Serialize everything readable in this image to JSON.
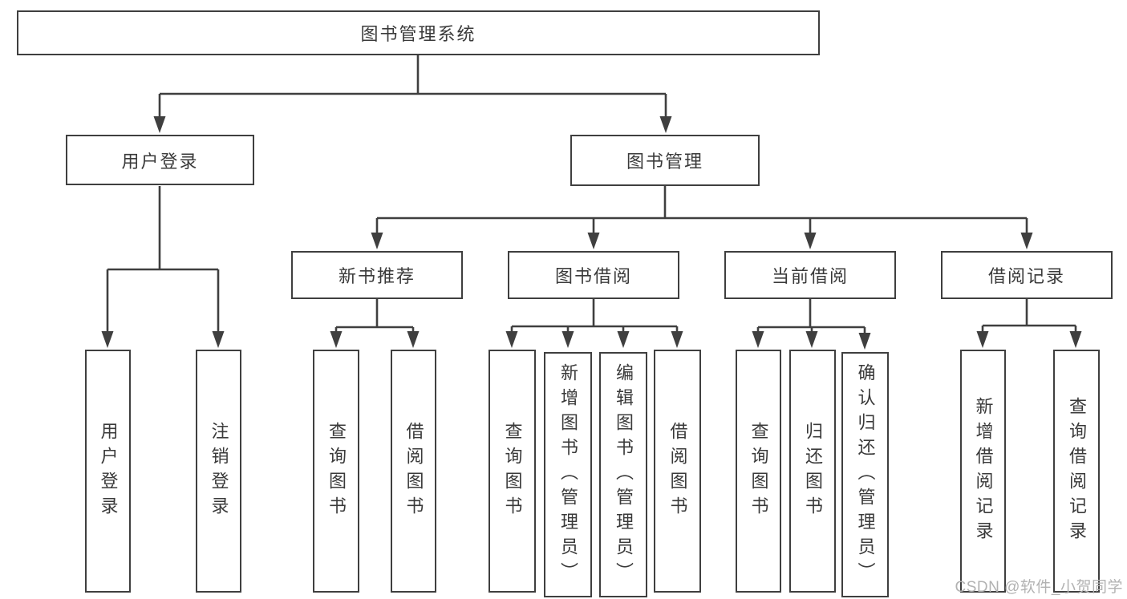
{
  "diagram": {
    "root": {
      "label": "图书管理系统"
    },
    "level2": [
      {
        "label": "用户登录"
      },
      {
        "label": "图书管理"
      }
    ],
    "level3": [
      {
        "label": "新书推荐"
      },
      {
        "label": "图书借阅"
      },
      {
        "label": "当前借阅"
      },
      {
        "label": "借阅记录"
      }
    ],
    "leaves": {
      "user_login": [
        {
          "label": "用户登录"
        },
        {
          "label": "注销登录"
        }
      ],
      "new_book": [
        {
          "label": "查询图书"
        },
        {
          "label": "借阅图书"
        }
      ],
      "book_borrow": [
        {
          "label": "查询图书"
        },
        {
          "label": "新增图书（管理员）"
        },
        {
          "label": "编辑图书（管理员）"
        },
        {
          "label": "借阅图书"
        }
      ],
      "current_borrow": [
        {
          "label": "查询图书"
        },
        {
          "label": "归还图书"
        },
        {
          "label": "确认归还（管理员）"
        }
      ],
      "borrow_record": [
        {
          "label": "新增借阅记录"
        },
        {
          "label": "查询借阅记录"
        }
      ]
    }
  },
  "watermark": {
    "text": "CSDN @软件_小贺同学"
  },
  "colors": {
    "line": "#3f3f3f",
    "text": "#3a3a3a",
    "background": "#ffffff",
    "watermark": "#b2b2b2"
  }
}
